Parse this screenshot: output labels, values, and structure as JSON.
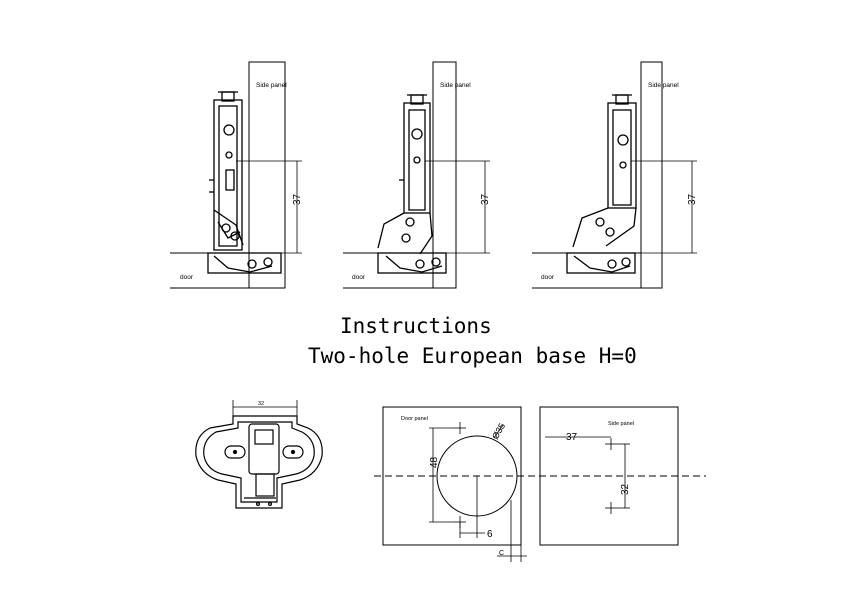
{
  "header": {
    "title": "Instructions",
    "subtitle": "Two-hole European base H=0"
  },
  "hinge_views": [
    {
      "side_label": "Side panel",
      "door_label": "door",
      "dimension": "37"
    },
    {
      "side_label": "Side panel",
      "door_label": "door",
      "dimension": "37"
    },
    {
      "side_label": "Side panel",
      "door_label": "door",
      "dimension": "37"
    }
  ],
  "base_plate": {
    "dimension": "32"
  },
  "door_panel_view": {
    "label": "Door panel",
    "dim_diameter": "Ø35",
    "dim_height": "48",
    "dim_offset": "6",
    "dim_c": "C"
  },
  "side_panel_view": {
    "label": "Side panel",
    "dim_distance": "37",
    "dim_spacing": "32"
  }
}
